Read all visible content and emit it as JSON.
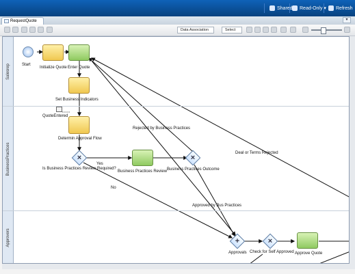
{
  "topbar": {
    "shared": "Shared",
    "readonly": "Read-Only ▾",
    "refresh": "Refresh"
  },
  "tab": {
    "title": "RequestQuote"
  },
  "toolbar": {
    "data_association": "Data Association",
    "select": "Select"
  },
  "lanes": [
    "Salesrep",
    "BusinessPractices",
    "Approvers"
  ],
  "nodes": {
    "start": "Start",
    "initialize_quote": "Initialize Quote",
    "enter_quote": "Enter Quote",
    "set_business_indicators": "Set Business Indicators",
    "quote_entered": "QuoteEntered",
    "determine_approval_flow": "Determin Approval Flow",
    "is_business_practices_review_required": "Is Business Practices Review Required?",
    "business_practices_review": "Business Practices Review",
    "business_practices_outcome": "Business Practices Outcome",
    "approvals": "Approvals",
    "check_for_self_approved": "Check for Self Approved",
    "approve_quote": "Approve Quote"
  },
  "flow_labels": {
    "yes": "Yes",
    "no": "No",
    "rejected_by_business_practices": "Rejected by Business Practices",
    "deal_or_terms_rejected": "Deal or Terms Rejected",
    "approved_by_bus_practices": "Approved by Bus Practices"
  }
}
